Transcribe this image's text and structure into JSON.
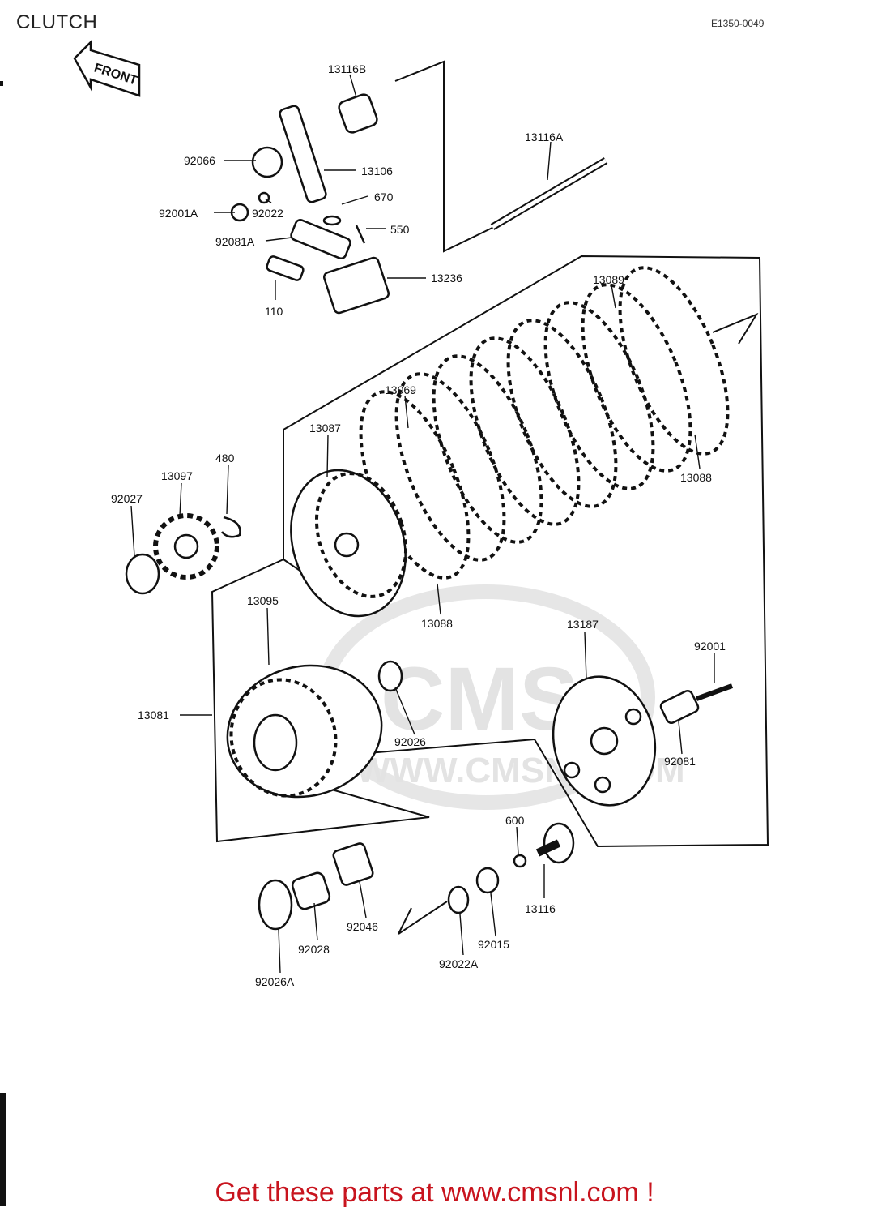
{
  "header": {
    "title": "CLUTCH",
    "diagram_code": "E1350-0049"
  },
  "front_arrow": {
    "text": "FRONT"
  },
  "watermark": {
    "text": "CMS",
    "url": "WWW.CMSNL.COM"
  },
  "callouts": [
    "13116B",
    "13116A",
    "92066",
    "13106",
    "92001A",
    "92022",
    "670",
    "550",
    "92081A",
    "13236",
    "110",
    "13089",
    "13069",
    "13087",
    "13088",
    "480",
    "13097",
    "92027",
    "13095",
    "13088",
    "13187",
    "92001",
    "13081",
    "92026",
    "92081",
    "600",
    "13116",
    "92046",
    "92028",
    "92026A",
    "92015",
    "92022A"
  ],
  "footer": {
    "text": "Get these parts at www.cmsnl.com !"
  }
}
